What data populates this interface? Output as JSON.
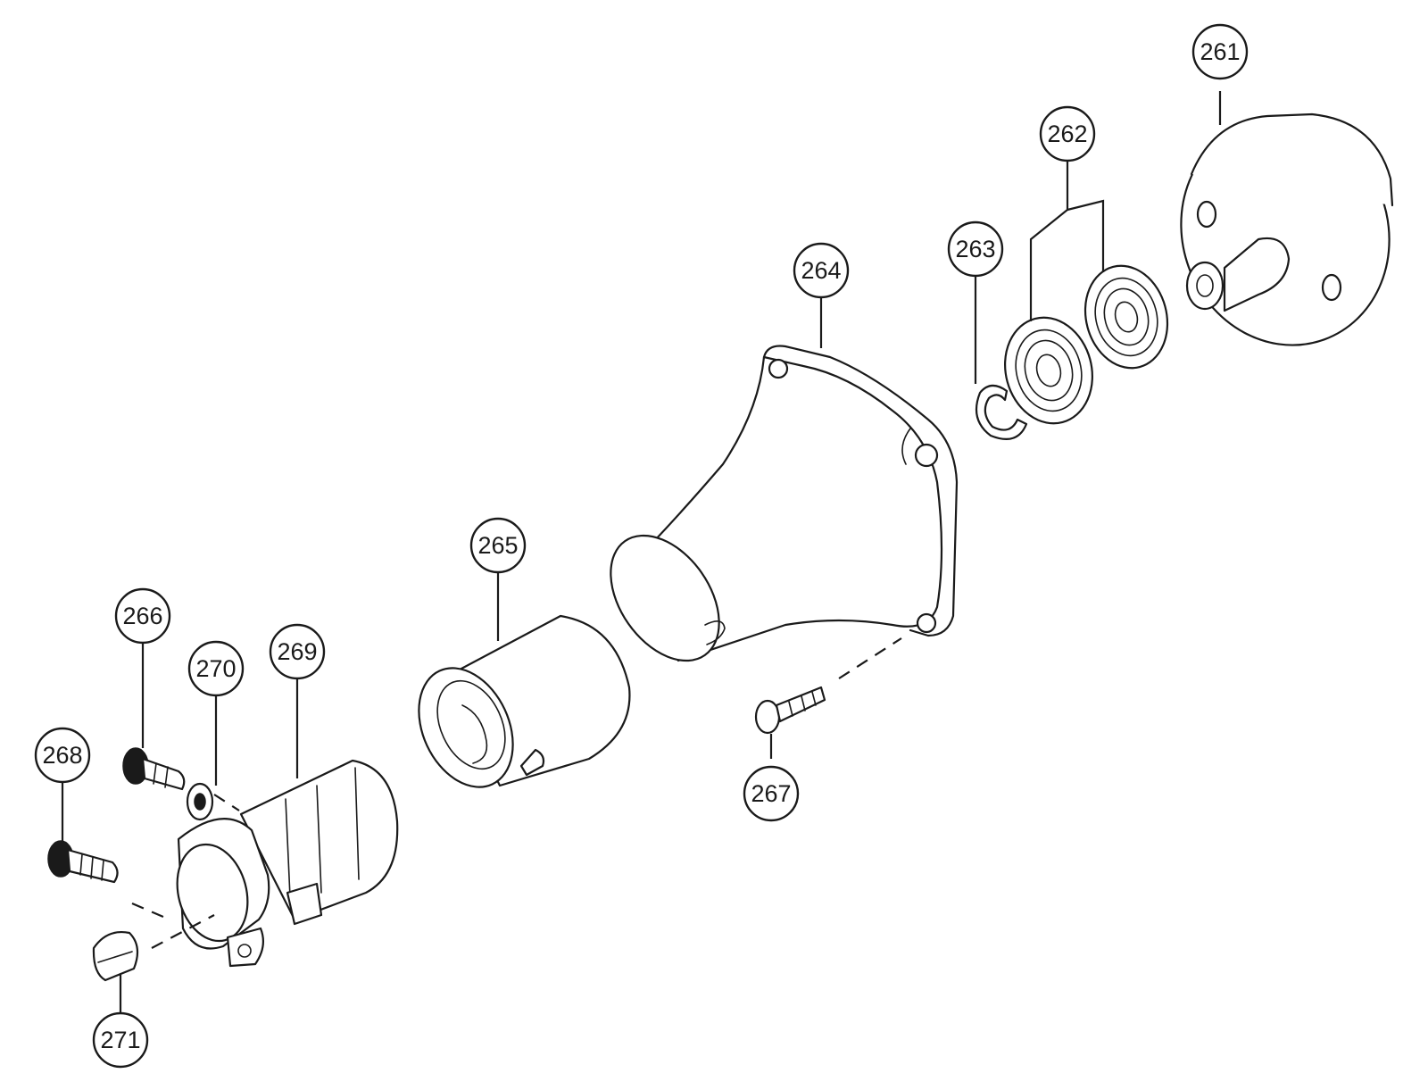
{
  "diagram": {
    "callouts": [
      {
        "id": "c261",
        "label": "261"
      },
      {
        "id": "c262",
        "label": "262"
      },
      {
        "id": "c263",
        "label": "263"
      },
      {
        "id": "c264",
        "label": "264"
      },
      {
        "id": "c265",
        "label": "265"
      },
      {
        "id": "c266",
        "label": "266"
      },
      {
        "id": "c267",
        "label": "267"
      },
      {
        "id": "c268",
        "label": "268"
      },
      {
        "id": "c269",
        "label": "269"
      },
      {
        "id": "c270",
        "label": "270"
      },
      {
        "id": "c271",
        "label": "271"
      }
    ]
  }
}
